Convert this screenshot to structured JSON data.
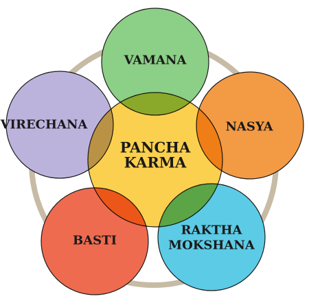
{
  "center": {
    "lines": [
      "PANCHA",
      "KARMA"
    ],
    "color": "#fcd04f"
  },
  "ring_color": "#c7bba5",
  "petals": [
    {
      "id": "vamana",
      "lines": [
        "VAMANA"
      ],
      "color": "#8ccf86"
    },
    {
      "id": "nasya",
      "lines": [
        "NASYA"
      ],
      "color": "#f39a45"
    },
    {
      "id": "raktha-mokshana",
      "lines": [
        "RAKTHA",
        "MOKSHANA"
      ],
      "color": "#5ccbe6"
    },
    {
      "id": "basti",
      "lines": [
        "BASTI"
      ],
      "color": "#ef6b50"
    },
    {
      "id": "virechana",
      "lines": [
        "VIRECHANA"
      ],
      "color": "#bcb3dd"
    }
  ]
}
